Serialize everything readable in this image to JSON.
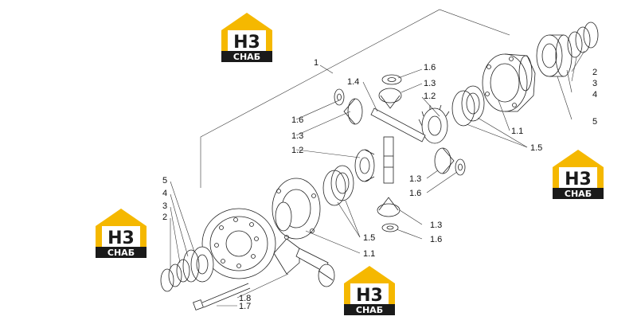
{
  "labels": {
    "l1": "1",
    "l1_1": "1.1",
    "l1_2": "1.2",
    "l1_3": "1.3",
    "l1_4": "1.4",
    "l1_5": "1.5",
    "l1_6": "1.6",
    "l1_7": "1.7",
    "l1_8": "1.8",
    "l2": "2",
    "l3": "3",
    "l4": "4",
    "l5": "5"
  },
  "watermark": {
    "top": "СНАБ",
    "label": "СНАБ"
  },
  "colors": {
    "logo_yellow": "#f5b800",
    "logo_dark": "#1a1a1a"
  }
}
